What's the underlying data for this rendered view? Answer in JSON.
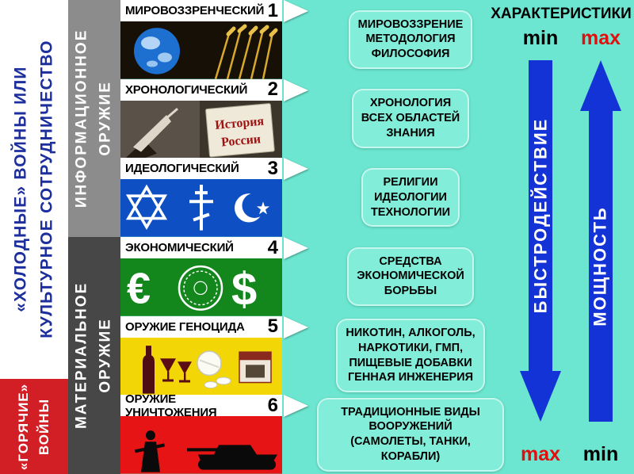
{
  "left_column": {
    "cold_wars": {
      "line1": "«ХОЛОДНЫЕ» ВОЙНЫ ИЛИ",
      "line2": "КУЛЬТУРНОЕ СОТРУДНИЧЕСТВО"
    },
    "hot_wars": {
      "line1": "«ГОРЯЧИЕ»",
      "line2": "ВОЙНЫ"
    }
  },
  "weapon_classes": {
    "information": {
      "line1": "ИНФОРМАЦИОННОЕ",
      "line2": "ОРУЖИЕ"
    },
    "material": {
      "line1": "МАТЕРИАЛЬНОЕ",
      "line2": "ОРУЖИЕ"
    }
  },
  "priorities": [
    {
      "number": "1",
      "label": "МИРОВОЗЗРЕНЧЕСКИЙ",
      "description": "МИРОВОЗЗРЕНИЕ\nМЕТОДОЛОГИЯ\nФИЛОСОФИЯ",
      "icons": [
        "globe-icon",
        "wheat-icon"
      ]
    },
    {
      "number": "2",
      "label": "ХРОНОЛОГИЧЕСКИЙ",
      "description": "ХРОНОЛОГИЯ\nВСЕХ ОБЛАСТЕЙ\nЗНАНИЯ",
      "icons": [
        "writing-hand-icon",
        "history-book-icon"
      ],
      "book_title_line1": "История",
      "book_title_line2": "России"
    },
    {
      "number": "3",
      "label": "ИДЕОЛОГИЧЕСКИЙ",
      "description": "РЕЛИГИИ\nИДЕОЛОГИИ\nТЕХНОЛОГИИ",
      "icons": [
        "star-of-david-icon",
        "orthodox-cross-icon",
        "crescent-star-icon"
      ]
    },
    {
      "number": "4",
      "label": "ЭКОНОМИЧЕСКИЙ",
      "description": "СРЕДСТВА\nЭКОНОМИЧЕСКОЙ\nБОРЬБЫ",
      "icons": [
        "euro-icon",
        "coin-icon",
        "dollar-icon"
      ],
      "euro_symbol": "€",
      "dollar_symbol": "$"
    },
    {
      "number": "5",
      "label": "ОРУЖИЕ ГЕНОЦИДА",
      "description": "НИКОТИН, АЛКОГОЛЬ,\nНАРКОТИКИ, ГМП,\nПИЩЕВЫЕ ДОБАВКИ\nГЕННАЯ ИНЖЕНЕРИЯ",
      "icons": [
        "wine-bottle-icon",
        "wine-glass-icon",
        "pills-icon",
        "cigarettes-icon"
      ]
    },
    {
      "number": "6",
      "label": "ОРУЖИЕ УНИЧТОЖЕНИЯ",
      "description": "ТРАДИЦИОННЫЕ ВИДЫ\nВООРУЖЕНИЙ\n(САМОЛЕТЫ, ТАНКИ, КОРАБЛИ)",
      "icons": [
        "soldier-icon",
        "tank-icon"
      ]
    }
  ],
  "characteristics": {
    "title": "ХАРАКТЕРИСТИКИ",
    "speed": {
      "label": "БЫСТРОДЕЙСТВИЕ",
      "direction": "down",
      "top": "min",
      "bottom": "max"
    },
    "power": {
      "label": "МОЩНОСТЬ",
      "direction": "up",
      "top": "max",
      "bottom": "min"
    }
  },
  "colors": {
    "background_turquoise": "#6ce6d0",
    "arrow_blue": "#1433d6",
    "max_red": "#e01010",
    "hot_wars_red": "#d21f26",
    "cold_text_blue": "#1c2f9c",
    "information_gray": "#8c8c8c",
    "material_gray": "#474747"
  }
}
